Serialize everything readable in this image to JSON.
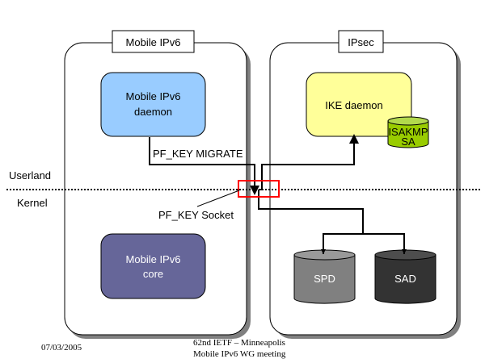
{
  "groups": {
    "mobile_ipv6": {
      "title": "Mobile IPv6"
    },
    "ipsec": {
      "title": "IPsec"
    }
  },
  "boxes": {
    "mip6_daemon": {
      "line1": "Mobile IPv6",
      "line2": "daemon",
      "fill": "#99ccff",
      "text_color": "#000000"
    },
    "mip6_core": {
      "line1": "Mobile IPv6",
      "line2": "core",
      "fill": "#666699",
      "text_color": "#ffffff"
    },
    "ike_daemon": {
      "label": "IKE daemon",
      "fill": "#ffff99",
      "text_color": "#000000"
    }
  },
  "databases": {
    "isakmp_sa": {
      "line1": "ISAKMP",
      "line2": "SA",
      "fill": "#99cc00",
      "top_fill": "#b2d94d"
    },
    "spd": {
      "label": "SPD",
      "fill": "#808080",
      "top_fill": "#999999"
    },
    "sad": {
      "label": "SAD",
      "fill": "#333333",
      "top_fill": "#4d4d4d"
    }
  },
  "labels": {
    "pf_key_migrate": "PF_KEY MIGRATE",
    "pf_key_socket": "PF_KEY Socket",
    "userland": "Userland",
    "kernel": "Kernel"
  },
  "footer": {
    "date": "07/03/2005",
    "event_line1": "62nd IETF – Minneapolis",
    "event_line2": "Mobile IPv6 WG meeting"
  },
  "colors": {
    "socket_highlight": "#ff0000",
    "group_shadow": "#808080"
  }
}
